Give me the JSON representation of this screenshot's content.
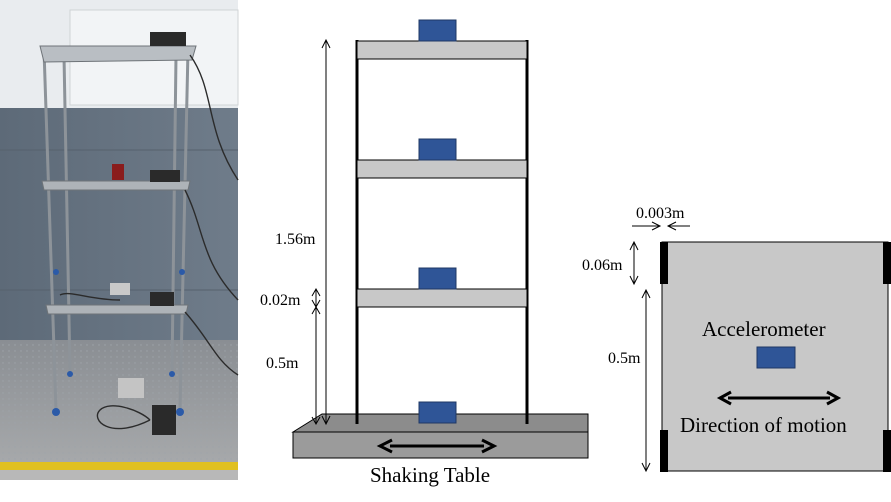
{
  "labels": {
    "dim_total_height": "1.56m",
    "dim_slab_thickness": "0.02m",
    "dim_story_height": "0.5m",
    "shaking_table": "Shaking Table",
    "dim_column_thickness": "0.003m",
    "dim_column_offset": "0.06m",
    "dim_plan_width": "0.5m",
    "accelerometer": "Accelerometer",
    "direction_of_motion": "Direction of motion"
  },
  "colors": {
    "slab": "#c8c8c8",
    "table": "#9b9b9b",
    "accelerometer": "#2f5597",
    "column": "#000000",
    "plan_fill": "#c8c8c8"
  },
  "icons": {
    "arrow": "double-headed-arrow",
    "photo": "lab-test-structure-photo"
  }
}
